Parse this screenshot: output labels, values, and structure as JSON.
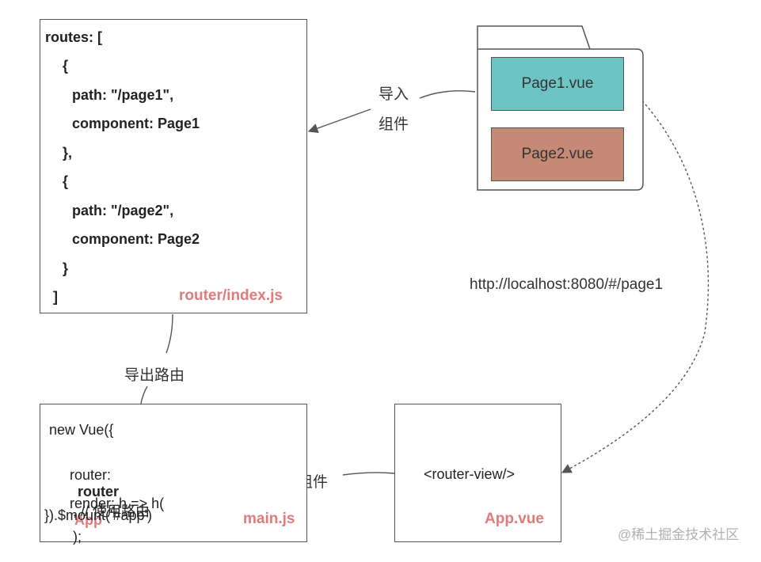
{
  "router_file": {
    "lines": [
      "routes: [",
      "{",
      "path: \"/page1\",",
      "component: Page1",
      "},",
      "{",
      "path: \"/page2\",",
      "component: Page2",
      "}",
      "]"
    ],
    "label": "router/index.js"
  },
  "folder": {
    "page1": "Page1.vue",
    "page2": "Page2.vue"
  },
  "labels": {
    "import_line1": "导入",
    "import_line2": "组件",
    "url": "http://localhost:8080/#/page1",
    "export_router": "导出路由",
    "root_component": "根组件"
  },
  "main_file": {
    "line1": "new Vue({",
    "line2_prefix": "router:",
    "line2_bold": "router",
    "line2_suffix": ", // 使用路由",
    "line3_prefix": "render: h => h(",
    "line3_app": "App",
    "line3_suffix": ");",
    "line4": "}).$mount('#app')",
    "label": "main.js"
  },
  "app_file": {
    "content": "<router-view/>",
    "label": "App.vue"
  },
  "watermark": "@稀土掘金技术社区",
  "colors": {
    "page1_fill": "#6cc5c3",
    "page2_fill": "#c48a76",
    "file_label": "#e07b7b",
    "stroke": "#555555"
  }
}
